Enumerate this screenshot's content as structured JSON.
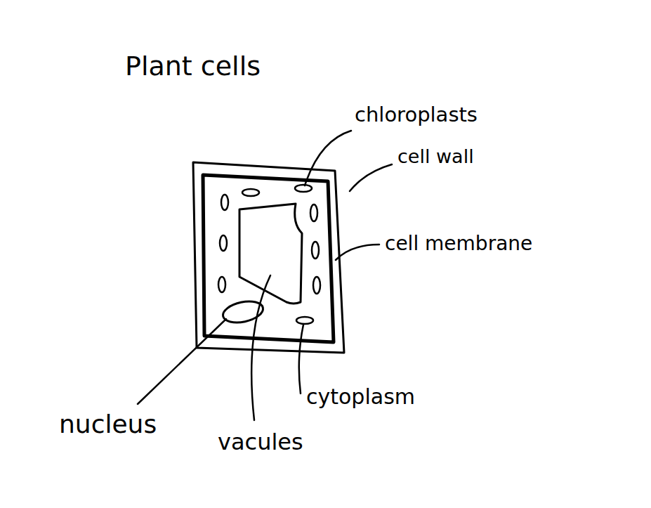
{
  "diagram": {
    "title": "Plant cells",
    "labels": [
      "chloroplasts",
      "cell wall",
      "cell membrane",
      "nucleus",
      "vacules",
      "cytoplasm"
    ]
  }
}
